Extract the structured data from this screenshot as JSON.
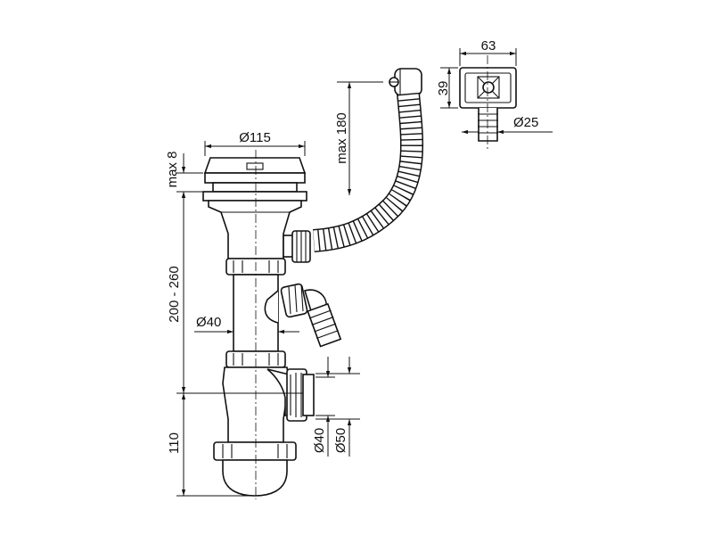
{
  "dimensions": {
    "overflow_width": "63",
    "overflow_height": "39",
    "overflow_hose_diameter": "Ø25",
    "max_hose_length": "max 180",
    "strainer_diameter": "Ø115",
    "max_thickness": "max 8",
    "height_range": "200 - 260",
    "pipe_diameter": "Ø40",
    "trap_height": "110",
    "outlet_diameter_small": "Ø40",
    "outlet_diameter_large": "Ø50"
  }
}
